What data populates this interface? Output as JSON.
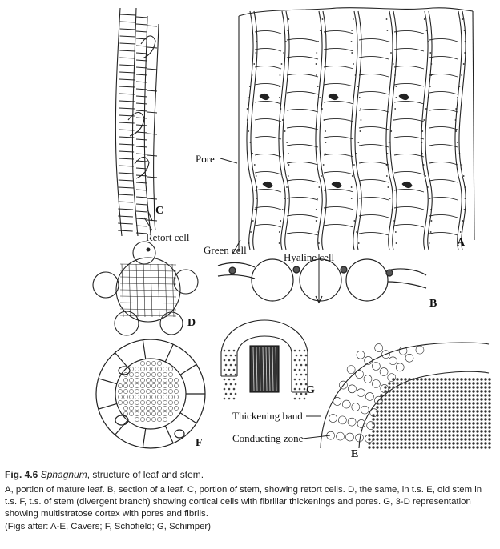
{
  "labels": {
    "pore": "Pore",
    "retort_cell": "Retort cell",
    "green_cell": "Green cell",
    "hyaline_cell": "Hyaline cell",
    "thickening_band": "Thickening band",
    "conducting_zone": "Conducting zone"
  },
  "panels": {
    "a": "A",
    "b": "B",
    "c": "C",
    "d": "D",
    "e": "E",
    "f": "F",
    "g": "G"
  },
  "caption": {
    "fig_number": "Fig. 4.6",
    "genus": "Sphagnum",
    "title_rest": ", structure of leaf and stem.",
    "body": "A, portion of mature leaf. B, section of a leaf. C, portion of stem, showing retort cells. D, the same, in t.s. E, old stem in t.s. F, t.s. of stem (divergent branch) showing cortical cells with fibrillar thickenings and pores. G, 3-D representation showing multistratose cortex with pores and fibrils.",
    "credits": "(Figs after: A-E, Cavers; F, Schofield; G, Schimper)"
  }
}
